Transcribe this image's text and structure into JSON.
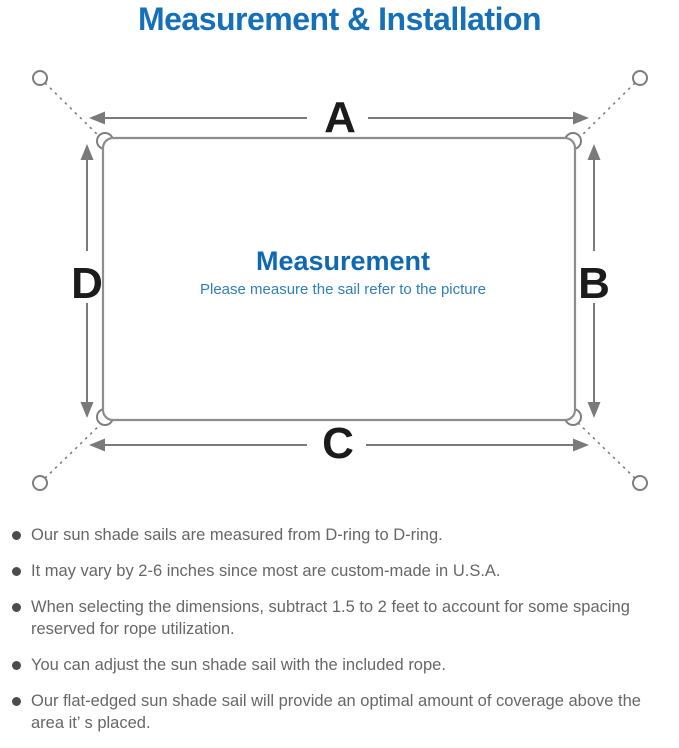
{
  "page": {
    "title": "Measurement & Installation"
  },
  "diagram": {
    "labels": {
      "a": "A",
      "b": "B",
      "c": "C",
      "d": "D"
    },
    "center_title": "Measurement",
    "center_subtitle": "Please measure the sail refer to the picture"
  },
  "notes": {
    "items": [
      "Our sun shade sails are measured from D-ring to D-ring.",
      "It may vary by 2-6 inches since most are custom-made in U.S.A.",
      "When selecting the dimensions, subtract 1.5 to 2 feet to account for some spacing reserved for rope utilization.",
      "You can adjust the sun shade sail with the included rope.",
      "Our flat-edged sun shade sail will provide an optimal amount of coverage above the area it’ s placed."
    ]
  },
  "colors": {
    "title_blue": "#1470b8",
    "heading_blue": "#0f68b2",
    "subtitle_blue": "#2f7fba",
    "diagram_gray": "#7d7d7d",
    "label_black": "#1b1b1b",
    "body_text_gray": "#676767"
  }
}
